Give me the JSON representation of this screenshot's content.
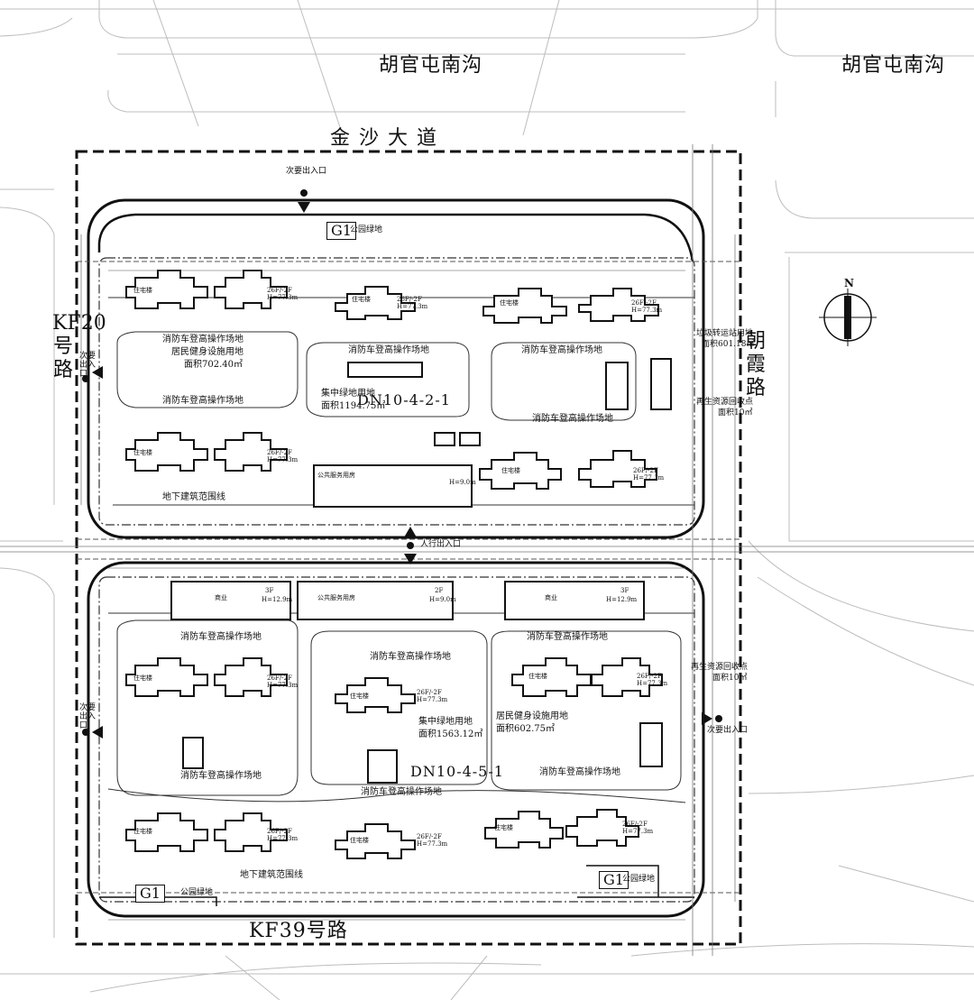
{
  "roads": {
    "top_left": "胡官屯南沟",
    "top_right": "胡官屯南沟",
    "main_top": "金沙大道",
    "left": "KF20号路",
    "right": "朝霞路",
    "bottom": "KF39号路"
  },
  "north_label": "N",
  "entries": {
    "top": "次要出入口",
    "left_upper": "次要出入口",
    "left_lower": "次要出入口",
    "right_lower": "次要出入口",
    "center": "人行出入口"
  },
  "plots": {
    "north": {
      "code": "DN10-4-2-1",
      "green_label": "公园绿地",
      "g1": "G1"
    },
    "south": {
      "code": "DN10-4-5-1",
      "green_left": "公园绿地",
      "green_right": "公园绿地",
      "g1": "G1"
    }
  },
  "areas": {
    "fire_op": "消防车登高操作场地",
    "residents_fitness_n": "居民健身设施用地",
    "residents_fitness_n_area": "面积702.40㎡",
    "central_green_n": "集中绿地用地",
    "central_green_n_area": "面积1194.75㎡",
    "garbage_transfer": "垃圾转运站用地",
    "garbage_transfer_area": "面积601.18㎡",
    "recycle_n": "再生资源回收点",
    "recycle_n_area": "面积10㎡",
    "recycle_s": "再生资源回收点",
    "recycle_s_area": "面积10㎡",
    "central_green_s": "集中绿地用地",
    "central_green_s_area": "面积1563.12㎡",
    "residents_fitness_s": "居民健身设施用地",
    "residents_fitness_s_area": "面积602.75㎡",
    "underground_line_n": "地下建筑范围线",
    "underground_line_s": "地下建筑范围线",
    "public_service_n": "公共服务用房",
    "public_service_s": "公共服务用房",
    "shop": "商业",
    "shop_height": "H=12.9m",
    "public_height": "H=9.0m",
    "public_floors": "2F",
    "shop_floors": "3F",
    "residential": "住宅楼",
    "res_height": "H=77.3m",
    "res_floors": "26F/-2F"
  }
}
